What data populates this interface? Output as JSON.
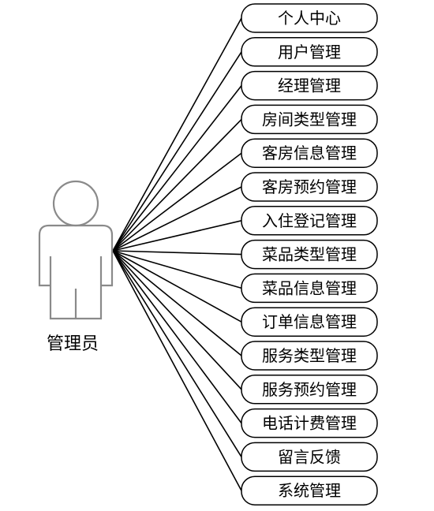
{
  "actor": {
    "label": "管理员"
  },
  "use_cases": [
    "个人中心",
    "用户管理",
    "经理管理",
    "房间类型管理",
    "客房信息管理",
    "客房预约管理",
    "入住登记管理",
    "菜品类型管理",
    "菜品信息管理",
    "订单信息管理",
    "服务类型管理",
    "服务预约管理",
    "电话计费管理",
    "留言反馈",
    "系统管理"
  ]
}
